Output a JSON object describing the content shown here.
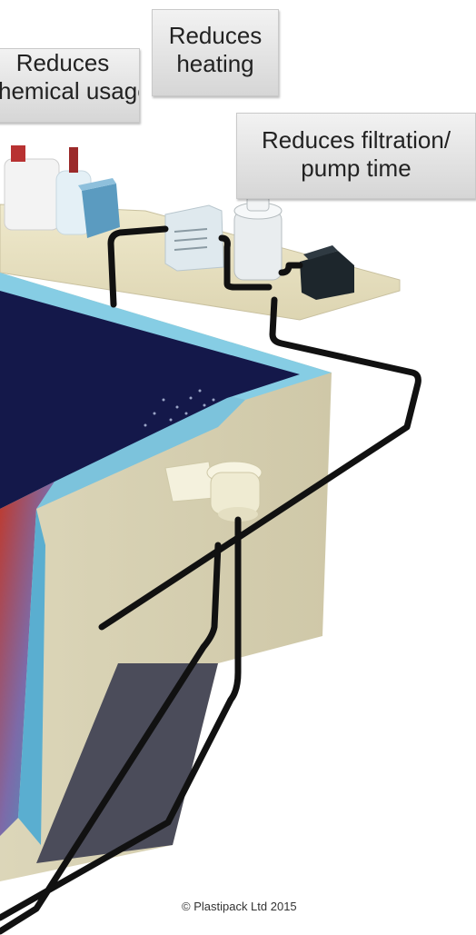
{
  "labels": {
    "chemical_line1": "Reduces",
    "chemical_line2": "chemical usage",
    "heating_line1": "Reduces",
    "heating_line2": "heating",
    "filtration_line1": "Reduces filtration/",
    "filtration_line2": "pump time"
  },
  "copyright": "© Plastipack Ltd 2015",
  "colors": {
    "water": "#14184a",
    "pool_wall": "#d9d3b5",
    "pool_edge": "#7fc8e0",
    "shelf": "#e6dfbf",
    "pipe": "#111111",
    "label_bg": "#e4e4e4"
  }
}
